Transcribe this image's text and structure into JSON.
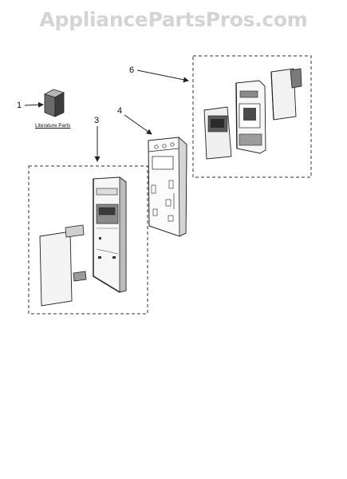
{
  "watermark": "AppliancePartsPros.com",
  "callouts": {
    "c1": "1",
    "c3": "3",
    "c4": "4",
    "c6": "6"
  },
  "literature_label": "Literature Parts",
  "colors": {
    "line": "#222222",
    "panel_fill": "#f4f4f4",
    "dark_fill": "#4a4a4a",
    "watermark": "#d4d4d4"
  }
}
